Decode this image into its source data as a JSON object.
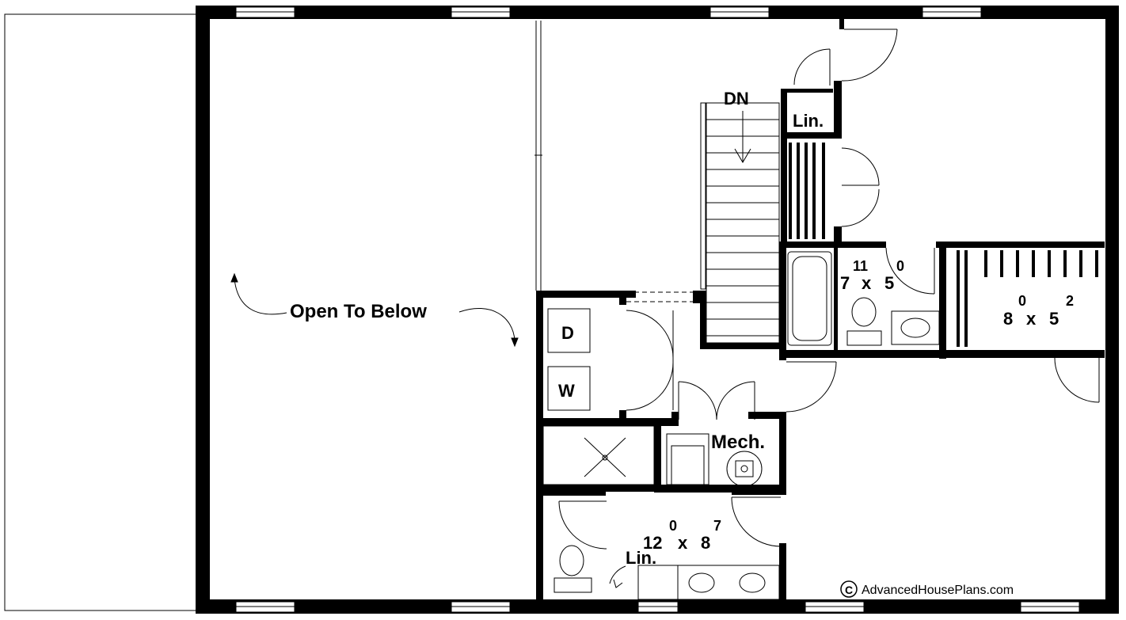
{
  "labels": {
    "open_to_below": "Open To Below",
    "stairs_down": "DN",
    "linen_upper": "Lin.",
    "linen_lower": "Lin.",
    "dryer": "D",
    "washer": "W",
    "mechanical": "Mech."
  },
  "rooms": {
    "bath_upper": {
      "w_ft": "7",
      "w_in": "11",
      "x": "x",
      "d_ft": "5",
      "d_in": "0"
    },
    "closet_right": {
      "w_ft": "8",
      "w_in": "0",
      "x": "x",
      "d_ft": "5",
      "d_in": "2"
    },
    "bath_lower": {
      "w_ft": "12",
      "w_in": "0",
      "x": "x",
      "d_ft": "8",
      "d_in": "7"
    }
  },
  "watermark": {
    "symbol": "C",
    "text": "AdvancedHousePlans.com"
  },
  "colors": {
    "wall": "#000000",
    "line": "#000000",
    "background": "#ffffff"
  }
}
